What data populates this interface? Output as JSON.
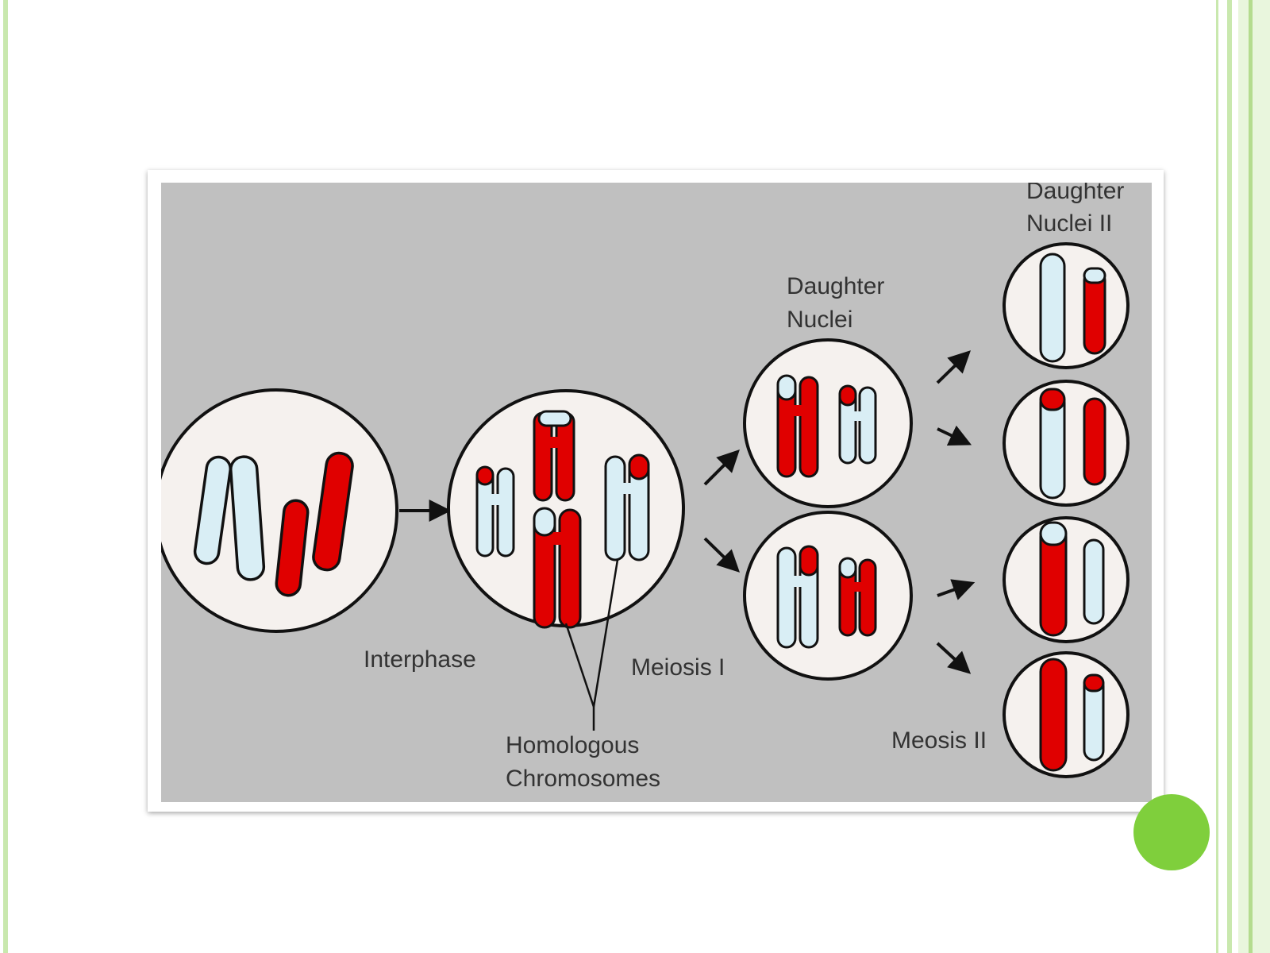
{
  "slide": {
    "accent_color": "#7fcf3c",
    "border_color": "#c9e8ae"
  },
  "diagram": {
    "background_color": "#c0c0c0",
    "nucleus_fill": "#f5f1ee",
    "maternal_color": "#e00000",
    "paternal_color": "#d9eef5",
    "labels": {
      "interphase": "Interphase",
      "meiosis_1": "Meiosis I",
      "homologous_line1": "Homologous",
      "homologous_line2": "Chromosomes",
      "daughter_nuclei_line1": "Daughter",
      "daughter_nuclei_line2": "Nuclei",
      "daughter_nuclei_ii_line1": "Daughter",
      "daughter_nuclei_ii_line2": "Nuclei II",
      "meiosis_2": "Meosis II"
    }
  }
}
